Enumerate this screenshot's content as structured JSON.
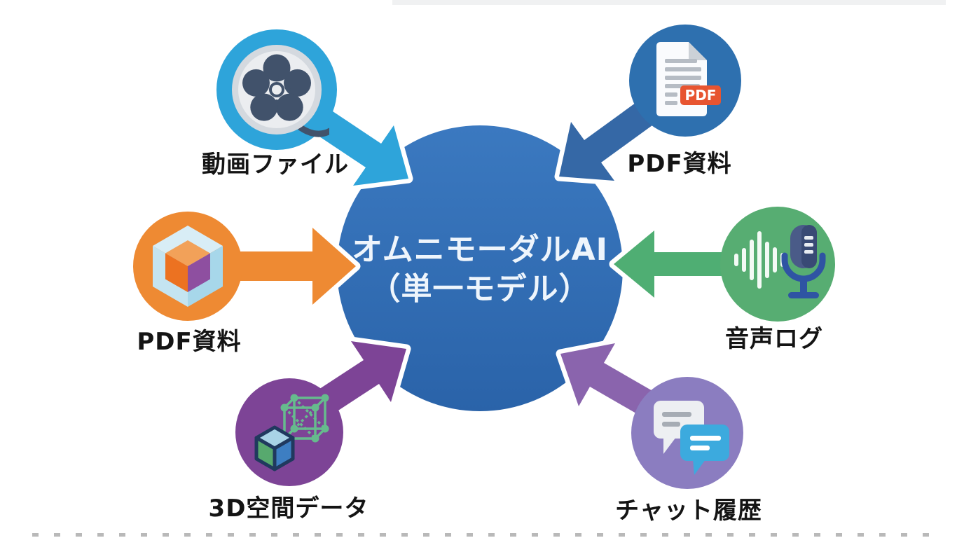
{
  "canvas": {
    "background": "#ffffff"
  },
  "center": {
    "title_line1": "オムニモーダルAI",
    "title_line2": "（単一モデル）",
    "circle_color": "#2e6cb2",
    "circle_color_top": "#3b79c0",
    "text_color": "#eef5fc"
  },
  "pdf_badge_label": "PDF",
  "pdf_badge_color": "#e75430",
  "nodes": [
    {
      "id": "video",
      "label": "動画ファイル",
      "icon": "film-reel-icon",
      "position": "top-left",
      "circle_color": "#2ea4da",
      "arrow_color": "#2ea4da"
    },
    {
      "id": "pdf",
      "label": "PDF資料",
      "icon": "pdf-document-icon",
      "position": "top-right",
      "circle_color": "#2e70af",
      "arrow_color": "#3568a6"
    },
    {
      "id": "cube",
      "label": "PDF資料",
      "icon": "3d-cube-icon",
      "position": "middle-left",
      "circle_color": "#ee8a33",
      "arrow_color": "#ee8a33"
    },
    {
      "id": "audio",
      "label": "音声ログ",
      "icon": "microphone-waveform-icon",
      "position": "middle-right",
      "circle_color": "#57ad72",
      "arrow_color": "#4fae73"
    },
    {
      "id": "spatial",
      "label": "3D空間データ",
      "icon": "3d-network-icon",
      "position": "bottom-left",
      "circle_color": "#7d4496",
      "arrow_color": "#7d4496"
    },
    {
      "id": "chat",
      "label": "チャット履歴",
      "icon": "chat-bubbles-icon",
      "position": "bottom-right",
      "circle_color": "#8b7dc0",
      "arrow_color": "#8a64ad"
    }
  ]
}
